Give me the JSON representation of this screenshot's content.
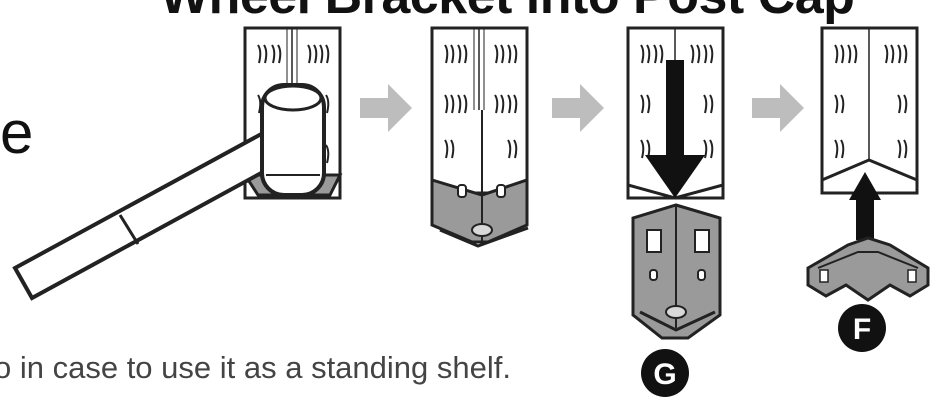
{
  "title": "Wheel Bracket into Post Cap",
  "side_fragment": "e",
  "caption": "o in case to use it as a standing shelf.",
  "labels": {
    "g": "G",
    "f": "F"
  },
  "colors": {
    "line": "#222222",
    "gray": "#9a9a9a",
    "light": "#d8d8d8",
    "arrow": "#bdbdbd",
    "black": "#111111"
  },
  "icons": [
    "mallet-icon",
    "arrow-right-icon",
    "arrow-down-icon",
    "arrow-up-icon"
  ]
}
